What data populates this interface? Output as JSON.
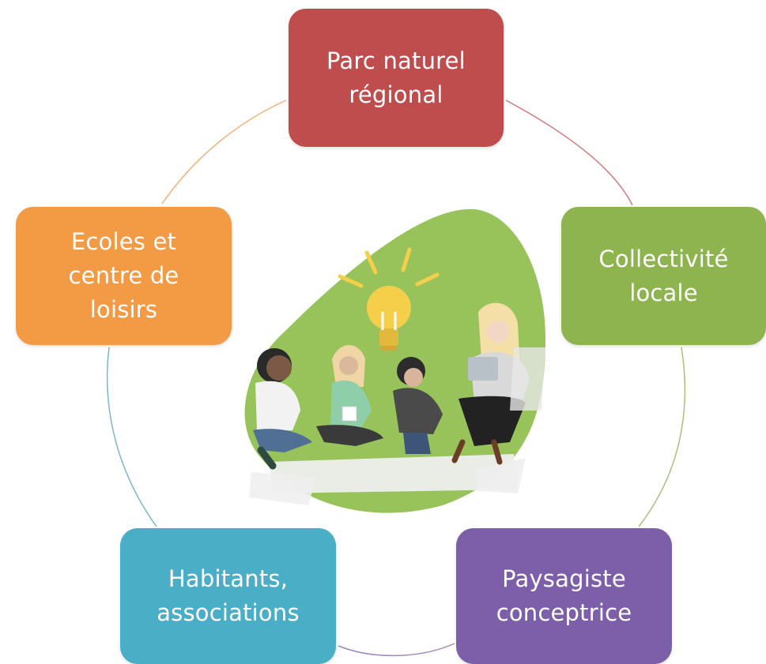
{
  "diagram": {
    "nodes": [
      {
        "id": "parc",
        "label": "Parc naturel\nrégional",
        "color": "#bf4d4d"
      },
      {
        "id": "collectivite",
        "label": "Collectivité\nlocale",
        "color": "#8db44f"
      },
      {
        "id": "paysagiste",
        "label": "Paysagiste\nconceptrice",
        "color": "#7d5ea8"
      },
      {
        "id": "habitants",
        "label": "Habitants,\nassociations",
        "color": "#4aaec6"
      },
      {
        "id": "ecoles",
        "label": "Ecoles et\ncentre de\nloisirs",
        "color": "#f39a45"
      }
    ],
    "connector_colors": [
      "#d07c7c",
      "#a9bf7a",
      "#9e86bf",
      "#7db8c8",
      "#f0b37c"
    ],
    "illustration": {
      "blob_color": "#97c35a",
      "bulb_color": "#f6cf4a",
      "paper_color": "#eeeeee"
    }
  }
}
